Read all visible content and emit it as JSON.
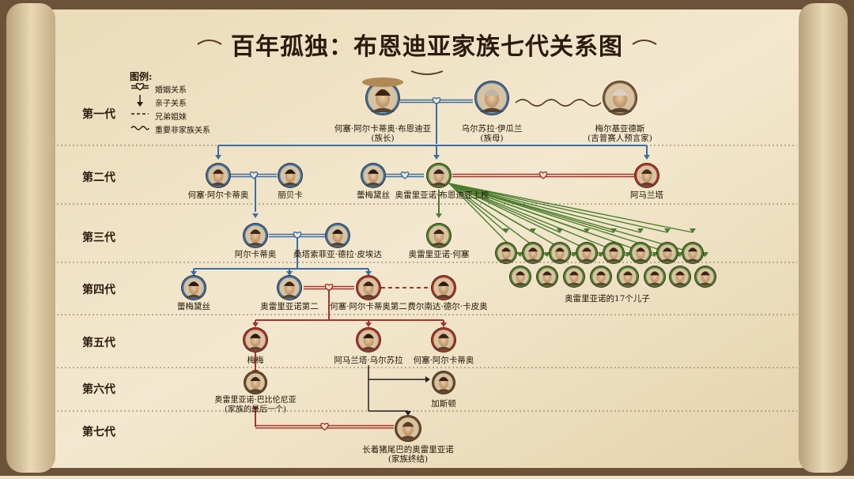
{
  "title": "百年孤独：布恩迪亚家族七代关系图",
  "legend": {
    "title": "图例:",
    "marriage": "婚姻关系",
    "parent_child": "亲子关系",
    "siblings": "兄弟姐妹",
    "non_family": "重要非家族关系"
  },
  "generations": [
    "第一代",
    "第二代",
    "第三代",
    "第四代",
    "第五代",
    "第六代",
    "第七代"
  ],
  "people": {
    "jose_arcadio_buendia": {
      "name": "何塞·阿尔卡蒂奥·布恩迪亚",
      "note": "(族长)"
    },
    "ursula": {
      "name": "乌尔苏拉·伊瓜兰",
      "note": "(族母)"
    },
    "melquiades": {
      "name": "梅尔基亚德斯",
      "note": "(吉普赛人预言家)"
    },
    "jose_arcadio": {
      "name": "何塞·阿尔卡蒂奥"
    },
    "rebeca": {
      "name": "丽贝卡"
    },
    "remedios_moscote": {
      "name": "蕾梅黛丝"
    },
    "colonel_aureliano": {
      "name": "奥雷里亚诺·布恩迪亚上校"
    },
    "amaranta": {
      "name": "阿马兰塔"
    },
    "arcadio": {
      "name": "阿尔卡蒂奥"
    },
    "santa_sofia": {
      "name": "桑塔索菲亚·德拉·皮埃达"
    },
    "aureliano_jose": {
      "name": "奥雷里亚诺·何塞"
    },
    "seventeen_sons": {
      "name": "奥雷里亚诺的17个儿子"
    },
    "remedios_beauty": {
      "name": "蕾梅黛丝"
    },
    "aureliano_segundo": {
      "name": "奥雷里亚诺第二"
    },
    "jose_arcadio_segundo": {
      "name": "何塞·阿尔卡蒂奥第二"
    },
    "fernanda": {
      "name": "费尔南达·德尔·卡皮奥"
    },
    "meme": {
      "name": "梅梅"
    },
    "amaranta_ursula": {
      "name": "阿马兰塔·乌尔苏拉"
    },
    "jose_arcadio_v": {
      "name": "何塞·阿尔卡蒂奥"
    },
    "aureliano_babilonia": {
      "name": "奥雷里亚诺·巴比伦尼亚",
      "note": "(家族的最后一个)"
    },
    "gaston": {
      "name": "加斯顿"
    },
    "pig_tail": {
      "name": "长着猪尾巴的奥雷里亚诺",
      "note": "(家族终结)"
    }
  },
  "colors": {
    "parchment": "#efe3c6",
    "blue_line": "#3a6ea5",
    "green_line": "#4a7d2e",
    "red_line": "#a8322a",
    "ink": "#2b1a0e"
  }
}
